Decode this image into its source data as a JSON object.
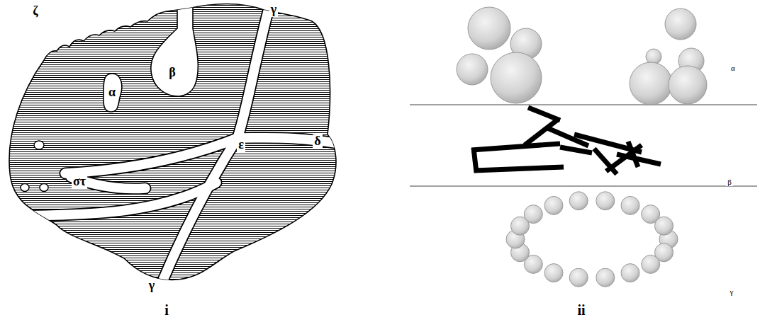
{
  "diagram": {
    "labels": [
      "ζ",
      "γ",
      "β",
      "α",
      "δ",
      "ε",
      "στ",
      "γ",
      "i",
      "α",
      "β",
      "γ",
      "ii"
    ]
  }
}
